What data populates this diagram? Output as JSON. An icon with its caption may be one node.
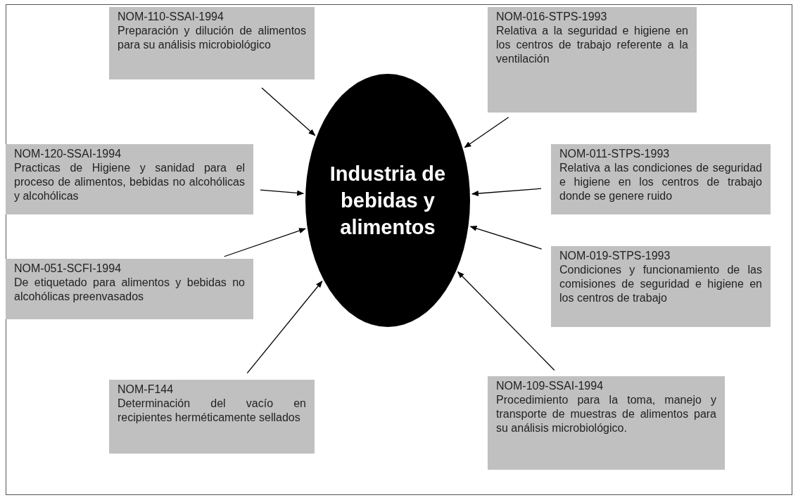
{
  "diagram": {
    "nodes": [
      {
        "text": [
          "Industria de bebidas y alimentos"
        ]
      },
      {
        "text": [
          "NOM-110-SSAI-1994",
          "Preparación y dilución de alimentos para su análisis microbiológico"
        ]
      },
      {
        "text": [
          "NOM-016-STPS-1993",
          "Relativa a la seguridad e higiene en los centros de trabajo referente a la ventilación"
        ]
      },
      {
        "text": [
          "NOM-120-SSAI-1994",
          "Practicas de Higiene y sanidad para el proceso de alimentos, bebidas no alcohólicas y alcohólicas"
        ]
      },
      {
        "text": [
          "NOM-011-STPS-1993",
          "Relativa a las condiciones de seguridad e higiene en los centros de trabajo donde se genere ruido"
        ]
      },
      {
        "text": [
          "NOM-051-SCFI-1994",
          "De etiquetado para alimentos y bebidas no alcohólicas preenvasados"
        ]
      },
      {
        "text": [
          "NOM-019-STPS-1993",
          "Condiciones y funcionamiento de las comisiones de seguridad e higiene en los centros de trabajo"
        ]
      },
      {
        "text": [
          "NOM-F144",
          "Determinación del vacío en recipientes herméticamente sellados"
        ]
      },
      {
        "text": [
          "NOM-109-SSAI-1994",
          "Procedimiento para la toma, manejo y transporte de muestras de alimentos para su análisis microbiológico."
        ]
      }
    ],
    "edges": [
      {
        "from": 1,
        "to": 0,
        "arrow": "to"
      },
      {
        "from": 2,
        "to": 0,
        "arrow": "to"
      },
      {
        "from": 3,
        "to": 0,
        "arrow": "to"
      },
      {
        "from": 4,
        "to": 0,
        "arrow": "to"
      },
      {
        "from": 5,
        "to": 0,
        "arrow": "to"
      },
      {
        "from": 6,
        "to": 0,
        "arrow": "to"
      },
      {
        "from": 7,
        "to": 0,
        "arrow": "to"
      },
      {
        "from": 8,
        "to": 0,
        "arrow": "to"
      }
    ]
  }
}
